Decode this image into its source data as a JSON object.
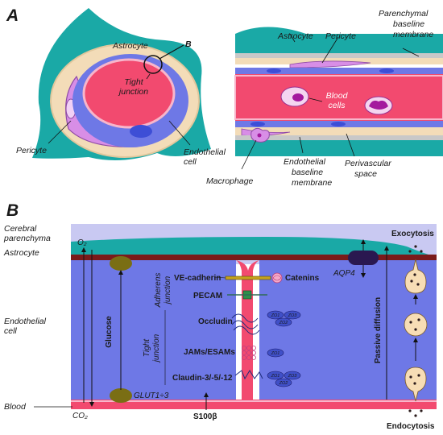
{
  "panel_a": {
    "letter": "A",
    "cross_section": {
      "astrocyte": "Astrocyte",
      "b_marker": "B",
      "tight_junction_line1": "Tight",
      "tight_junction_line2": "junction",
      "pericyte": "Pericyte",
      "endothelial_line1": "Endothelial",
      "endothelial_line2": "cell"
    },
    "longitudinal": {
      "astrocyte": "Astrocyte",
      "pericyte": "Pericyte",
      "parenchymal_line1": "Parenchymal",
      "parenchymal_line2": "baseline",
      "parenchymal_line3": "membrane",
      "blood_cells_line1": "Blood",
      "blood_cells_line2": "cells",
      "macrophage": "Macrophage",
      "endothelial_bm_line1": "Endothelial",
      "endothelial_bm_line2": "baseline",
      "endothelial_bm_line3": "membrane",
      "perivascular_line1": "Perivascular",
      "perivascular_line2": "space"
    }
  },
  "panel_b": {
    "letter": "B",
    "left_labels": {
      "cerebral_line1": "Cerebral",
      "cerebral_line2": "parenchyma",
      "astrocyte": "Astrocyte",
      "endothelial_line1": "Endothelial",
      "endothelial_line2": "cell",
      "blood": "Blood"
    },
    "gases": {
      "o2": "O₂",
      "co2": "CO₂"
    },
    "glucose": "Glucose",
    "glut": "GLUT1÷3",
    "adherens_line1": "Adherens",
    "adherens_line2": "junction",
    "tight_line1": "Tight",
    "tight_line2": "junction",
    "proteins": {
      "ve_cadherin": "VE-cadherin",
      "catenins": "Catenins",
      "pecam": "PECAM",
      "occludin": "Occludin",
      "jams": "JAMs/ESAMs",
      "claudin": "Claudin-3/-5/-12",
      "s100": "S100β"
    },
    "zo": {
      "zo1": "ZO1",
      "zo2": "ZO2",
      "zo3": "ZO3"
    },
    "aqp4": "AQP4",
    "passive_diffusion": "Passive diffusion",
    "exocytosis": "Exocytosis",
    "endocytosis": "Endocytosis"
  },
  "colors": {
    "astrocyte_teal": "#1aa9a6",
    "blood_pink": "#f24a6f",
    "endothelial_blue": "#6e78e6",
    "parenchyma_lavender": "#c9c9f2",
    "membrane_maroon": "#7a1a1a",
    "pericyte_violet": "#d88ee6",
    "membrane_cream": "#f3dcb8",
    "glut_olive": "#7a6e14",
    "aqp4_navy": "#2a1850"
  }
}
